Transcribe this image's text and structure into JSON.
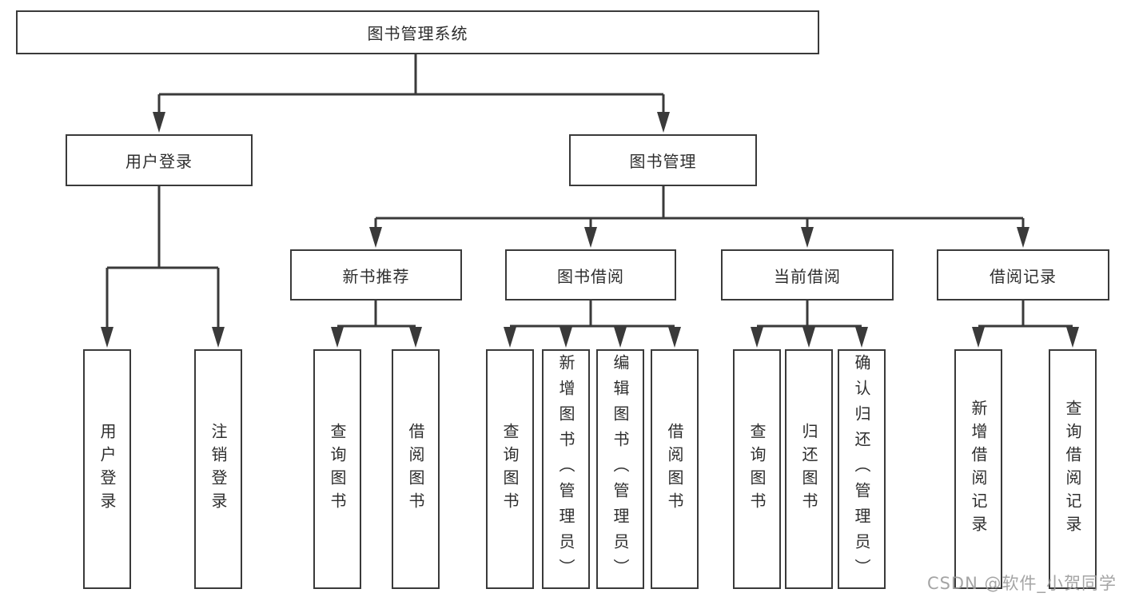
{
  "root": {
    "label": "图书管理系统"
  },
  "branches": {
    "user_login": {
      "label": "用户登录",
      "children": [
        {
          "label": "用户登录"
        },
        {
          "label": "注销登录"
        }
      ]
    },
    "book_management": {
      "label": "图书管理",
      "sections": [
        {
          "label": "新书推荐",
          "children": [
            {
              "label": "查询图书"
            },
            {
              "label": "借阅图书"
            }
          ]
        },
        {
          "label": "图书借阅",
          "children": [
            {
              "label": "查询图书"
            },
            {
              "label": "新增图书（管理员）"
            },
            {
              "label": "编辑图书（管理员）"
            },
            {
              "label": "借阅图书"
            }
          ]
        },
        {
          "label": "当前借阅",
          "children": [
            {
              "label": "查询图书"
            },
            {
              "label": "归还图书"
            },
            {
              "label": "确认归还（管理员）"
            }
          ]
        },
        {
          "label": "借阅记录",
          "children": [
            {
              "label": "新增借阅记录"
            },
            {
              "label": "查询借阅记录"
            }
          ]
        }
      ]
    }
  },
  "watermark": {
    "text": "CSDN @软件_小贺同学",
    "color": "#9b9b9b"
  },
  "colors": {
    "line": "#3a3a3a",
    "box_border": "#3a3a3a",
    "text": "#2e2e2e",
    "background": "#ffffff"
  }
}
